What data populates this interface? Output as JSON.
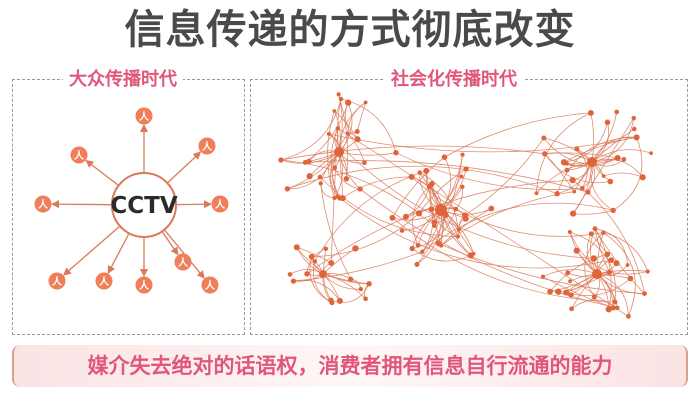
{
  "slide": {
    "title": "信息传递的方式彻底改变",
    "left_panel": {
      "title": "大众传播时代",
      "center_logo": "CCTV",
      "node_label": "人",
      "node_count": 10
    },
    "right_panel": {
      "title": "社会化传播时代",
      "cluster_count": 5
    },
    "bottom_caption": "媒介失去绝对的话语权，消费者拥有信息自行流通的能力"
  },
  "colors": {
    "title": "#4a4a4a",
    "accent_pink": "#e0577a",
    "network_orange": "#e0643a",
    "node_fill": "#f07e58",
    "line": "#d97a5a",
    "bar_border": "#d9a08a",
    "bar_fill": "#fbe3e4"
  }
}
